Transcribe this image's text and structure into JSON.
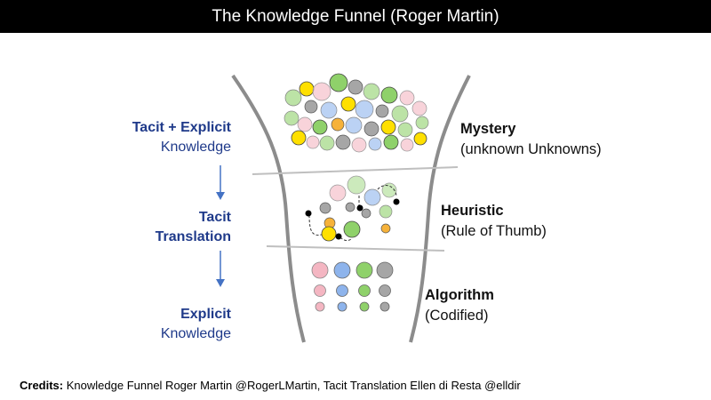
{
  "title": "The Knowledge Funnel (Roger Martin)",
  "left": {
    "tacit_explicit_bold": "Tacit + Explicit",
    "tacit_explicit_sub": "Knowledge",
    "translation_line1": "Tacit",
    "translation_line2": "Translation",
    "explicit_bold": "Explicit",
    "explicit_sub": "Knowledge"
  },
  "stages": {
    "mystery_title": "Mystery",
    "mystery_sub": "(unknown Unknowns)",
    "heuristic_title": "Heuristic",
    "heuristic_sub": "(Rule of Thumb)",
    "algorithm_title": "Algorithm",
    "algorithm_sub": "(Codified)"
  },
  "credits": {
    "label": "Credits:",
    "text": "Knowledge Funnel Roger Martin @RogerLMartin, Tacit Translation Ellen di Resta @elldir"
  },
  "colors": {
    "blue_text": "#1f3a8a",
    "arrow": "#4472c4",
    "funnel": "#8c8c8c",
    "pink": "#f4b6c2",
    "blue": "#8eb4ec",
    "green": "#8fd16a",
    "gray": "#a6a6a6",
    "yellow": "#ffe000",
    "orange": "#f6b23a"
  }
}
